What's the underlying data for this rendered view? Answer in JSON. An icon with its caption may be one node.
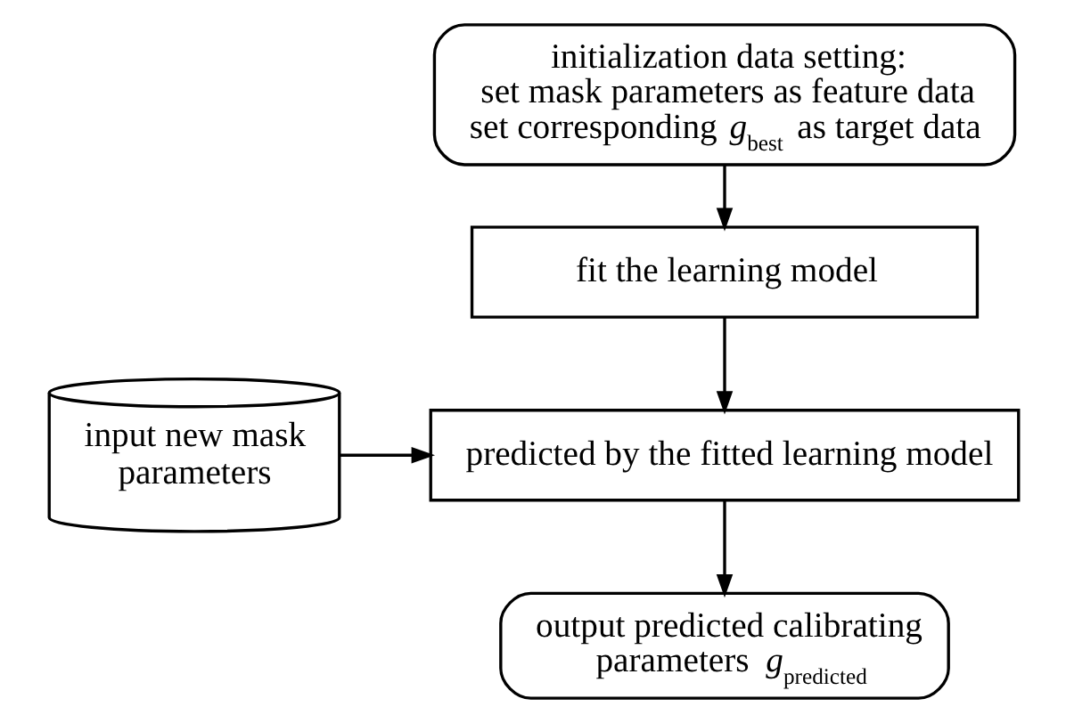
{
  "diagram": {
    "nodes": [
      {
        "text": [
          "initialization data setting:",
          "set mask parameters as feature data set corresponding *g*$_{best}$ as target data"
        ]
      },
      {
        "text": [
          "fit the learning model"
        ]
      },
      {
        "text": [
          "predicted by the fitted learning model"
        ]
      },
      {
        "text": [
          "input new mask parameters"
        ]
      },
      {
        "text": [
          "output predicted calibrating parameters *g*$_{predicted}$"
        ]
      }
    ],
    "edges": [
      {
        "from": 0,
        "to": 1,
        "arrow": "to"
      },
      {
        "from": 1,
        "to": 2,
        "arrow": "to"
      },
      {
        "from": 3,
        "to": 2,
        "arrow": "to"
      },
      {
        "from": 2,
        "to": 4,
        "arrow": "to"
      }
    ]
  }
}
